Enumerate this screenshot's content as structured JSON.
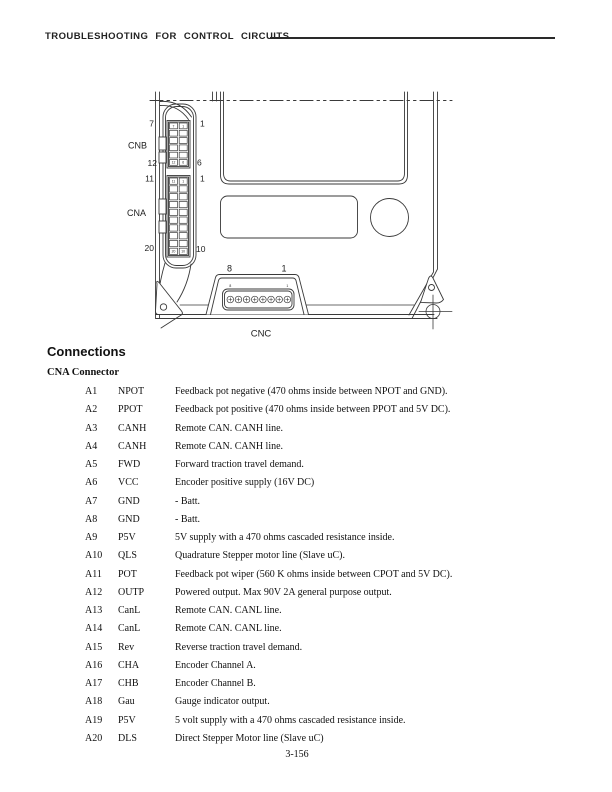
{
  "page": {
    "header_title": "TROUBLESHOOTING FOR CONTROL CIRCUITS",
    "footer_page_number": "3-156"
  },
  "diagram": {
    "connectors": {
      "cnb": {
        "label": "CNB",
        "pin_top_left": "7",
        "pin_top_right": "1",
        "pin_bottom_left": "12",
        "pin_bottom_right": "6",
        "rows": 6,
        "cols": 2
      },
      "cna": {
        "label": "CNA",
        "pin_top_left": "11",
        "pin_top_right": "1",
        "pin_bottom_left": "20",
        "pin_bottom_right": "10",
        "rows": 10,
        "cols": 2
      },
      "cnc": {
        "label": "CNC",
        "pin_left": "8",
        "pin_right": "1",
        "pin_count": 8
      }
    }
  },
  "connections": {
    "heading": "Connections",
    "subheading": "CNA Connector",
    "rows": [
      {
        "pin": "A1",
        "signal": "NPOT",
        "description": "Feedback pot negative (470 ohms inside between NPOT and GND)."
      },
      {
        "pin": "A2",
        "signal": "PPOT",
        "description": "Feedback pot positive (470 ohms inside between PPOT and 5V DC)."
      },
      {
        "pin": "A3",
        "signal": "CANH",
        "description": "Remote CAN. CANH line."
      },
      {
        "pin": "A4",
        "signal": "CANH",
        "description": "Remote CAN. CANH line."
      },
      {
        "pin": "A5",
        "signal": "FWD",
        "description": "Forward traction travel demand."
      },
      {
        "pin": "A6",
        "signal": "VCC",
        "description": "Encoder positive supply (16V DC)"
      },
      {
        "pin": "A7",
        "signal": "GND",
        "description": "- Batt."
      },
      {
        "pin": "A8",
        "signal": "GND",
        "description": "- Batt."
      },
      {
        "pin": "A9",
        "signal": "P5V",
        "description": "5V supply with a 470 ohms cascaded resistance inside."
      },
      {
        "pin": "A10",
        "signal": "QLS",
        "description": "Quadrature Stepper motor line (Slave uC)."
      },
      {
        "pin": "A11",
        "signal": "POT",
        "description": "Feedback pot wiper (560 K ohms inside between CPOT and 5V DC)."
      },
      {
        "pin": "A12",
        "signal": "OUTP",
        "description": "Powered output. Max 90V 2A general purpose output."
      },
      {
        "pin": "A13",
        "signal": "CanL",
        "description": "Remote CAN. CANL line."
      },
      {
        "pin": "A14",
        "signal": "CanL",
        "description": "Remote CAN. CANL line."
      },
      {
        "pin": "A15",
        "signal": "Rev",
        "description": "Reverse traction travel demand."
      },
      {
        "pin": "A16",
        "signal": "CHA",
        "description": "Encoder Channel A."
      },
      {
        "pin": "A17",
        "signal": "CHB",
        "description": "Encoder Channel B."
      },
      {
        "pin": "A18",
        "signal": "Gau",
        "description": "Gauge indicator output."
      },
      {
        "pin": "A19",
        "signal": "P5V",
        "description": "5 volt supply with a 470 ohms cascaded resistance inside."
      },
      {
        "pin": "A20",
        "signal": "DLS",
        "description": "Direct Stepper Motor line (Slave uC)"
      }
    ]
  }
}
